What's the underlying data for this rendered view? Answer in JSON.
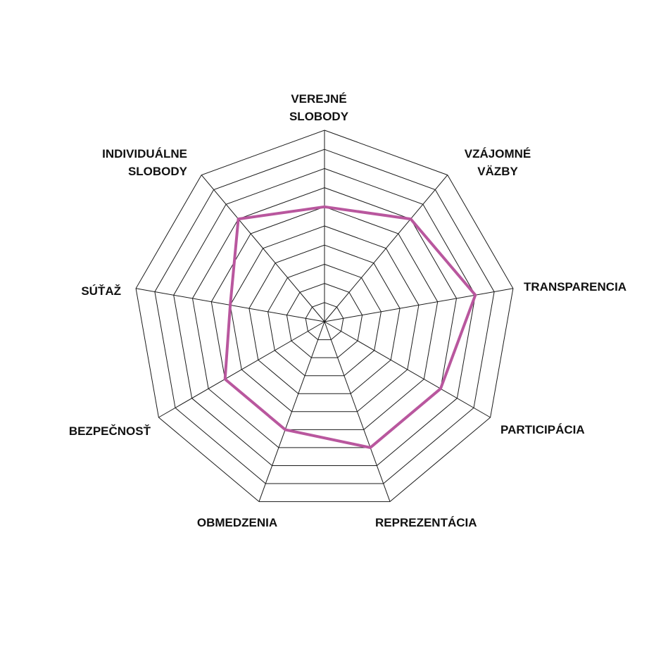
{
  "chart_data": {
    "type": "radar",
    "axes": [
      {
        "label": [
          "VEREJNÉ",
          "SLOBODY"
        ],
        "value": 6
      },
      {
        "label": [
          "VZÁJOMNÉ",
          "VÄZBY"
        ],
        "value": 7
      },
      {
        "label": [
          "TRANSPARENCIA"
        ],
        "value": 8
      },
      {
        "label": [
          "PARTICIPÁCIA"
        ],
        "value": 7
      },
      {
        "label": [
          "REPREZENTÁCIA"
        ],
        "value": 7
      },
      {
        "label": [
          "OBMEDZENIA"
        ],
        "value": 6
      },
      {
        "label": [
          "BEZPEČNOSŤ"
        ],
        "value": 6
      },
      {
        "label": [
          "SÚŤAŽ"
        ],
        "value": 5
      },
      {
        "label": [
          "INDIVIDUÁLNE",
          "SLOBODY"
        ],
        "value": 7
      }
    ],
    "range": [
      0,
      10
    ],
    "rings": 10,
    "series_color": "#b9579e",
    "grid_color": "#1a1a1a"
  }
}
